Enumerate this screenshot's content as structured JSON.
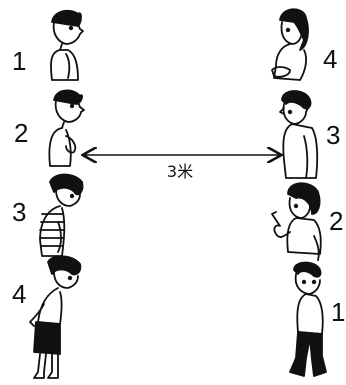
{
  "distance_label": "3米",
  "left_column": {
    "labels": [
      "1",
      "2",
      "3",
      "4"
    ]
  },
  "right_column": {
    "labels": [
      "4",
      "3",
      "2",
      "1"
    ]
  }
}
